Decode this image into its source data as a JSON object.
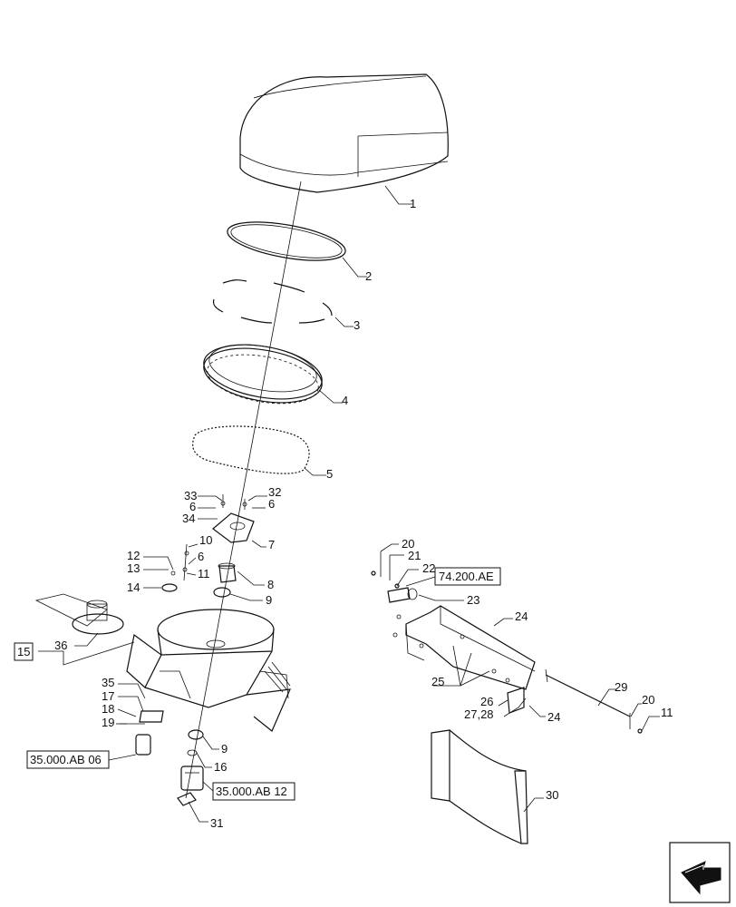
{
  "callouts": {
    "c1": "1",
    "c2": "2",
    "c3": "3",
    "c4": "4",
    "c5": "5",
    "c33": "33",
    "c6a": "6",
    "c34": "34",
    "c32": "32",
    "c6b": "6",
    "c7": "7",
    "c10": "10",
    "c12": "12",
    "c13": "13",
    "c6c": "6",
    "c11a": "11",
    "c8": "8",
    "c14": "14",
    "c9a": "9",
    "c36": "36",
    "c35": "35",
    "c17": "17",
    "c18": "18",
    "c19": "19",
    "c9b": "9",
    "c16": "16",
    "c31": "31",
    "c20a": "20",
    "c21": "21",
    "c22": "22",
    "c23": "23",
    "c24a": "24",
    "c25": "25",
    "c26": "26",
    "c2728": "27,28",
    "c24b": "24",
    "c29": "29",
    "c20b": "20",
    "c11b": "11",
    "c30": "30"
  },
  "refs": {
    "r15": "15",
    "r74200": "74.200.AE",
    "r35ab06": "35.000.AB 06",
    "r35ab12": "35.000.AB 12"
  },
  "icons": {
    "nav": "arrow-back-icon"
  }
}
